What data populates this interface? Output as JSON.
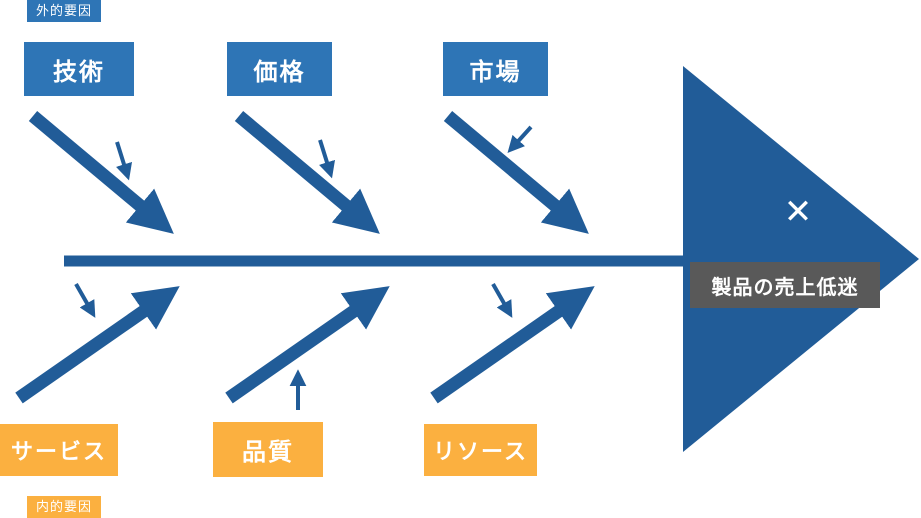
{
  "diagram": {
    "type": "fishbone",
    "external_label": "外的要因",
    "internal_label": "内的要因",
    "effect": {
      "label": "製品の売上低迷",
      "marker": "✕"
    },
    "top_categories": [
      {
        "label": "技術"
      },
      {
        "label": "価格"
      },
      {
        "label": "市場"
      }
    ],
    "bottom_categories": [
      {
        "label": "サービス"
      },
      {
        "label": "品質"
      },
      {
        "label": "リソース"
      }
    ],
    "colors": {
      "category_blue": "#2E75B6",
      "bone_blue": "#215C98",
      "category_orange": "#FBB040",
      "effect_gray": "#595959",
      "text_white": "#FFFFFF"
    }
  }
}
